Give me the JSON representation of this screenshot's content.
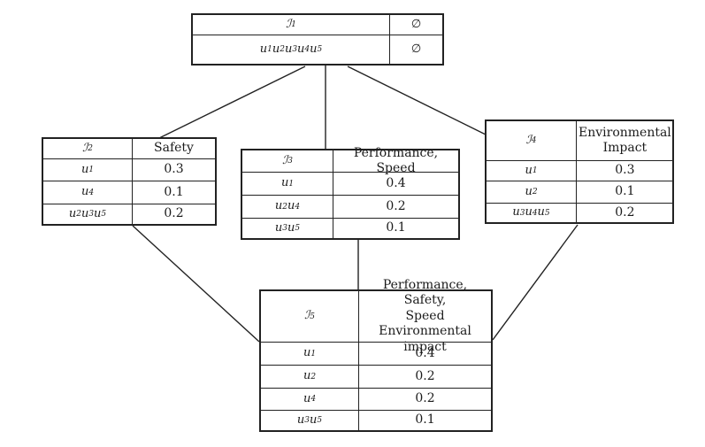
{
  "diagram": {
    "background_color": "#ffffff",
    "line_color": "#222222",
    "nodes": {
      "I1": {
        "label": "ℐ1",
        "criterion": "∅",
        "rows": [
          {
            "set": "u1u2u3u4u5",
            "value": "∅"
          }
        ]
      },
      "I2": {
        "label": "ℐ2",
        "criterion": "Safety",
        "rows": [
          {
            "set": "u1",
            "value": "0.3"
          },
          {
            "set": "u4",
            "value": "0.1"
          },
          {
            "set": "u2u3u5",
            "value": "0.2"
          }
        ]
      },
      "I3": {
        "label": "ℐ3",
        "criterion": "Performance, Speed",
        "rows": [
          {
            "set": "u1",
            "value": "0.4"
          },
          {
            "set": "u2u4",
            "value": "0.2"
          },
          {
            "set": "u3u5",
            "value": "0.1"
          }
        ]
      },
      "I4": {
        "label": "ℐ4",
        "criterion": "Environmental\nImpact",
        "rows": [
          {
            "set": "u1",
            "value": "0.3"
          },
          {
            "set": "u2",
            "value": "0.1"
          },
          {
            "set": "u3u4u5",
            "value": "0.2"
          }
        ]
      },
      "I5": {
        "label": "ℐ5",
        "criterion": "Performance, Safety,\nSpeed\nEnvironmental impact",
        "rows": [
          {
            "set": "u1",
            "value": "0.4"
          },
          {
            "set": "u2",
            "value": "0.2"
          },
          {
            "set": "u4",
            "value": "0.2"
          },
          {
            "set": "u3u5",
            "value": "0.1"
          }
        ]
      }
    },
    "edges": [
      {
        "from": "I1",
        "to": "I2"
      },
      {
        "from": "I1",
        "to": "I3"
      },
      {
        "from": "I1",
        "to": "I4"
      },
      {
        "from": "I2",
        "to": "I5"
      },
      {
        "from": "I3",
        "to": "I5"
      },
      {
        "from": "I4",
        "to": "I5"
      }
    ]
  }
}
